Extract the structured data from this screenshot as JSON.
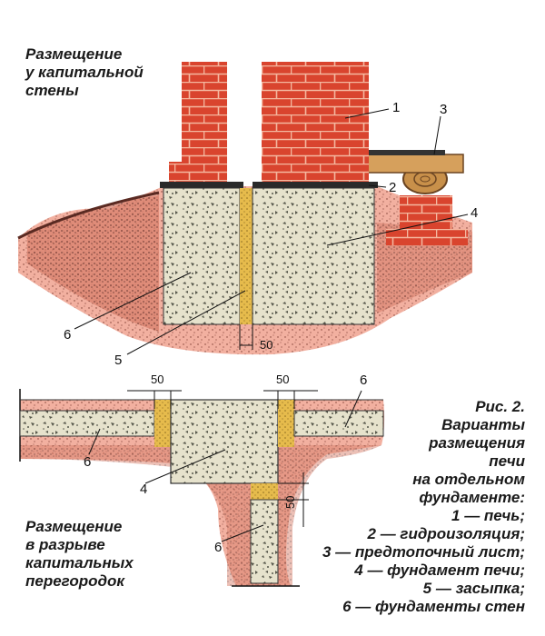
{
  "top_title": [
    "Размещение",
    "у капитальной",
    "стены"
  ],
  "bottom_title": [
    "Размещение",
    "в разрыве",
    "капитальных",
    "перегородок"
  ],
  "caption": [
    "Рис. 2.",
    "Варианты",
    "размещения",
    "печи",
    "на отдельном",
    "фундаменте:",
    "1 — печь;",
    "2 — гидроизоляция;",
    "3 — предтопочный лист;",
    "4 — фундамент печи;",
    "5 — засыпка;",
    "6 — фундаменты стен"
  ],
  "callouts": {
    "n1": "1",
    "n2": "2",
    "n3": "3",
    "n4": "4",
    "n5": "5",
    "n6": "6",
    "p4": "4",
    "p6a": "6",
    "p6b": "6",
    "p6c": "6"
  },
  "dimensions": {
    "gap_bottom": "50",
    "gap_left": "50",
    "gap_right": "50",
    "gap_vertical": "50"
  },
  "colors": {
    "brick": "#d9442e",
    "brick_mortar": "#f4b8a0",
    "concrete": "#e4e0c8",
    "concrete_dot": "#5a5a4a",
    "fill_sand": "#e3b848",
    "soil_pink": "#f0a898",
    "soil_dark": "#7a3a30",
    "wood": "#c8904a"
  }
}
